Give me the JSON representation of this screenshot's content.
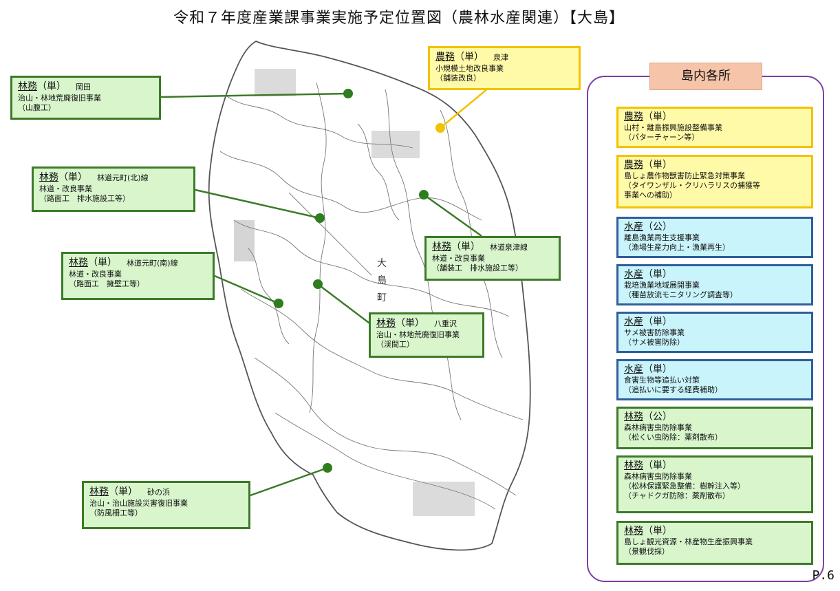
{
  "title": "令和７年度産業課事業実施予定位置図（農林水産関連）【大島】",
  "map_labels": [
    "大",
    "島",
    "町"
  ],
  "callouts": [
    {
      "category": "農務",
      "type": "（単）",
      "location": "泉津",
      "lines": [
        "小規模土地改良事業",
        "（舗装改良）"
      ],
      "color": "yellow"
    },
    {
      "category": "林務",
      "type": "（単）",
      "location": "岡田",
      "lines": [
        "治山・林地荒廃復旧事業",
        "（山腹工）"
      ],
      "color": "green"
    },
    {
      "category": "林務",
      "type": "（単）",
      "location": "林道元町(北)線",
      "lines": [
        "林道・改良事業",
        "（路面工　排水施設工等）"
      ],
      "color": "green"
    },
    {
      "category": "林務",
      "type": "（単）",
      "location": "林道泉津線",
      "lines": [
        "林道・改良事業",
        "（舗装工　排水施設工等）"
      ],
      "color": "green"
    },
    {
      "category": "林務",
      "type": "（単）",
      "location": "林道元町(南)線",
      "lines": [
        "林道・改良事業",
        "（路面工　擁壁工等）"
      ],
      "color": "green"
    },
    {
      "category": "林務",
      "type": "（単）",
      "location": "八重沢",
      "lines": [
        "治山・林地荒廃復旧事業",
        "（渓間工）"
      ],
      "color": "green"
    },
    {
      "category": "林務",
      "type": "（単）",
      "location": "砂の浜",
      "lines": [
        "治山・治山施設災害復旧事業",
        "（防風柵工等）"
      ],
      "color": "green"
    }
  ],
  "panel": {
    "title": "島内各所",
    "items": [
      {
        "category": "農務",
        "type": "（単）",
        "lines": [
          "山村・離島振興施設整備事業",
          "（パターチャーン等）"
        ],
        "color": "yellow"
      },
      {
        "category": "農務",
        "type": "（単）",
        "lines": [
          "島しょ農作物獣害防止緊急対策事業",
          "（タイワンザル・クリハラリスの捕獲等",
          "事業への補助）"
        ],
        "color": "yellow"
      },
      {
        "category": "水産",
        "type": "（公）",
        "lines": [
          "離島漁業再生支援事業",
          "（漁場生産力向上・漁業再生）"
        ],
        "color": "blue"
      },
      {
        "category": "水産",
        "type": "（単）",
        "lines": [
          "栽培漁業地域展開事業",
          "（種苗放流モニタリング調査等）"
        ],
        "color": "blue"
      },
      {
        "category": "水産",
        "type": "（単）",
        "lines": [
          "サメ被害防除事業",
          "（サメ被害防除）"
        ],
        "color": "blue"
      },
      {
        "category": "水産",
        "type": "（単）",
        "lines": [
          "食害生物等追払い対策",
          "（追払いに要する経費補助）"
        ],
        "color": "blue"
      },
      {
        "category": "林務",
        "type": "（公）",
        "lines": [
          "森林病害虫防除事業",
          "（松くい虫防除：薬剤散布）"
        ],
        "color": "green"
      },
      {
        "category": "林務",
        "type": "（単）",
        "lines": [
          "森林病害虫防除事業",
          "（松林保護緊急整備：樹幹注入等）",
          "（チャドクガ防除：薬剤散布）"
        ],
        "color": "green"
      },
      {
        "category": "林務",
        "type": "（単）",
        "lines": [
          "島しょ観光資源・林産物生産振興事業",
          "（景観伐採）"
        ],
        "color": "green"
      }
    ]
  },
  "page_number": "P.6",
  "colors": {
    "forestry": "#3c7a28",
    "agriculture": "#f2c200",
    "fisheries": "#2f5e9a",
    "panel_border": "#7b3fa6",
    "panel_title_bg": "#f6c4a8"
  }
}
